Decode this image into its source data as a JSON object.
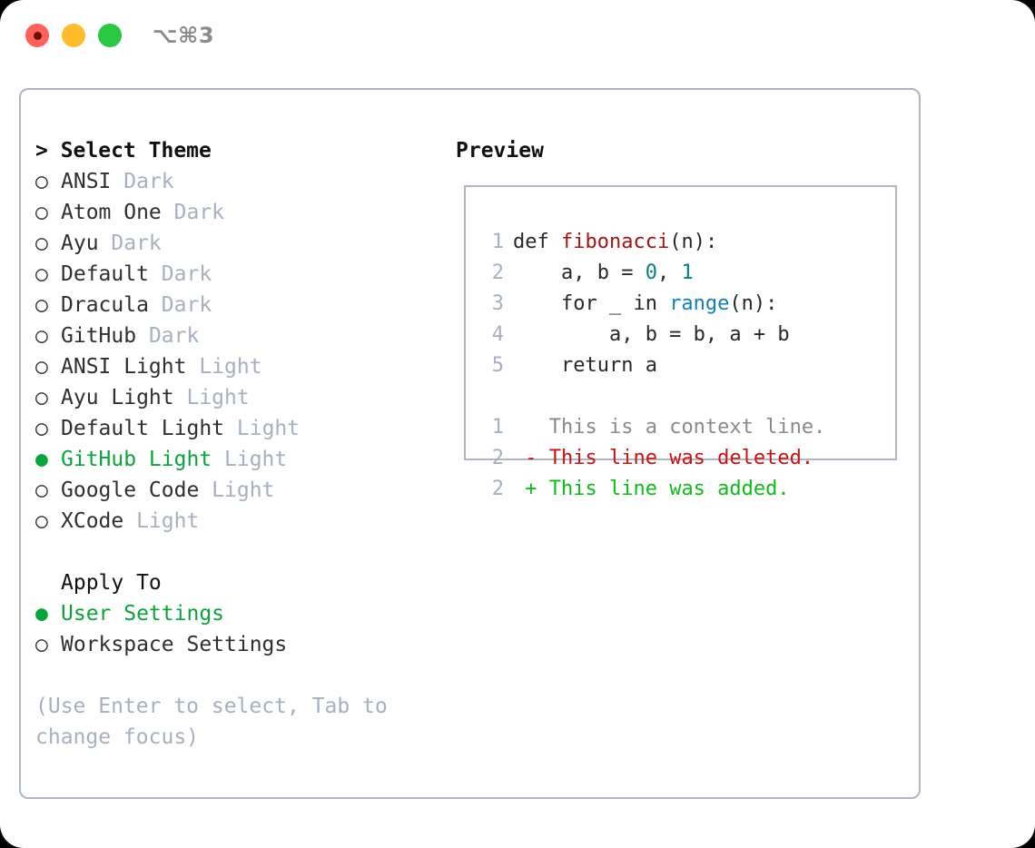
{
  "window": {
    "shortcut_label": "⌥⌘3",
    "traffic_lights": [
      {
        "name": "close",
        "color": "#ff6159"
      },
      {
        "name": "minimize",
        "color": "#ffbd2e"
      },
      {
        "name": "zoom",
        "color": "#28c840"
      }
    ]
  },
  "colors": {
    "accent_green": "#0aa33c",
    "muted": "#a7b0be",
    "text": "#2f2f33",
    "border": "#aeb6c2",
    "diff_add": "#0fbb1b",
    "diff_del": "#cc1111",
    "code_func": "#a31515",
    "code_num": "#0a7e7e",
    "code_builtin": "#1180b8"
  },
  "left": {
    "header": "> Select Theme",
    "themes": [
      {
        "bullet": "○",
        "name": "ANSI",
        "tag": "Dark",
        "selected": false
      },
      {
        "bullet": "○",
        "name": "Atom One",
        "tag": "Dark",
        "selected": false
      },
      {
        "bullet": "○",
        "name": "Ayu",
        "tag": "Dark",
        "selected": false
      },
      {
        "bullet": "○",
        "name": "Default",
        "tag": "Dark",
        "selected": false
      },
      {
        "bullet": "○",
        "name": "Dracula",
        "tag": "Dark",
        "selected": false
      },
      {
        "bullet": "○",
        "name": "GitHub",
        "tag": "Dark",
        "selected": false
      },
      {
        "bullet": "○",
        "name": "ANSI Light",
        "tag": "Light",
        "selected": false
      },
      {
        "bullet": "○",
        "name": "Ayu Light",
        "tag": "Light",
        "selected": false
      },
      {
        "bullet": "○",
        "name": "Default Light",
        "tag": "Light",
        "selected": false
      },
      {
        "bullet": "●",
        "name": "GitHub Light",
        "tag": "Light",
        "selected": true
      },
      {
        "bullet": "○",
        "name": "Google Code",
        "tag": "Light",
        "selected": false
      },
      {
        "bullet": "○",
        "name": "XCode",
        "tag": "Light",
        "selected": false
      }
    ],
    "apply_to_header": "Apply To",
    "apply_to": [
      {
        "bullet": "●",
        "name": "User Settings",
        "selected": true
      },
      {
        "bullet": "○",
        "name": "Workspace Settings",
        "selected": false
      }
    ],
    "hint": "(Use Enter to select, Tab to change focus)"
  },
  "right": {
    "header": "Preview",
    "code_lines": [
      {
        "no": "1",
        "tokens": [
          {
            "t": "def ",
            "c": "plain"
          },
          {
            "t": "fibonacci",
            "c": "func"
          },
          {
            "t": "(n):",
            "c": "plain"
          }
        ]
      },
      {
        "no": "2",
        "tokens": [
          {
            "t": "    a, b = ",
            "c": "plain"
          },
          {
            "t": "0",
            "c": "num"
          },
          {
            "t": ", ",
            "c": "plain"
          },
          {
            "t": "1",
            "c": "num"
          }
        ]
      },
      {
        "no": "3",
        "tokens": [
          {
            "t": "    for _ in ",
            "c": "plain"
          },
          {
            "t": "range",
            "c": "builtin"
          },
          {
            "t": "(n):",
            "c": "plain"
          }
        ]
      },
      {
        "no": "4",
        "tokens": [
          {
            "t": "        a, b = b, a + b",
            "c": "plain"
          }
        ]
      },
      {
        "no": "5",
        "tokens": [
          {
            "t": "    return a",
            "c": "plain"
          }
        ]
      }
    ],
    "diff_lines": [
      {
        "no": "1",
        "marker": " ",
        "text": " This is a context line.",
        "kind": "ctx"
      },
      {
        "no": "2",
        "marker": "-",
        "text": " This line was deleted.",
        "kind": "del"
      },
      {
        "no": "2",
        "marker": "+",
        "text": " This line was added.",
        "kind": "add"
      }
    ]
  }
}
